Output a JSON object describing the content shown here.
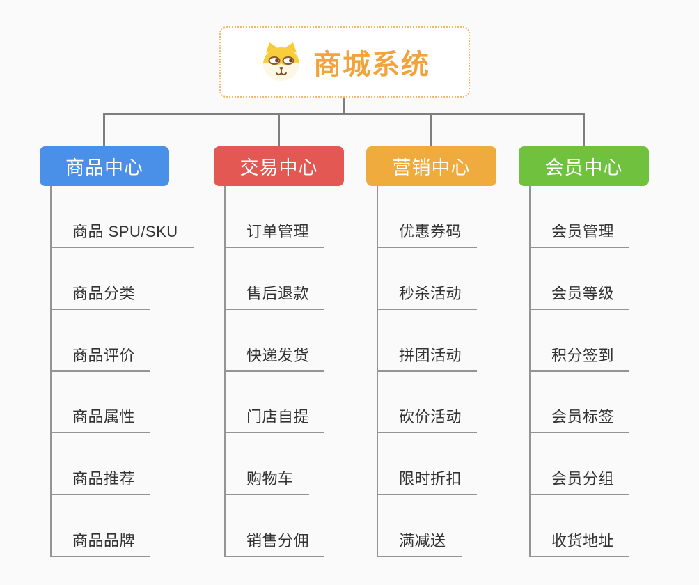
{
  "root": {
    "title": "商城系统",
    "icon": "shiba-dog-icon",
    "accent_color": "#F2A43C",
    "border_color": "#F0BA66"
  },
  "connector_colors": {
    "upper_lines": "#7E7E7E",
    "trunk_lines": "#949494"
  },
  "branches": [
    {
      "name": "product-center",
      "label": "商品中心",
      "color": "#4A90E8",
      "children": [
        "商品 SPU/SKU",
        "商品分类",
        "商品评价",
        "商品属性",
        "商品推荐",
        "商品品牌"
      ]
    },
    {
      "name": "trade-center",
      "label": "交易中心",
      "color": "#E45854",
      "children": [
        "订单管理",
        "售后退款",
        "快递发货",
        "门店自提",
        "购物车",
        "销售分佣"
      ]
    },
    {
      "name": "marketing-center",
      "label": "营销中心",
      "color": "#EFAB3E",
      "children": [
        "优惠券码",
        "秒杀活动",
        "拼团活动",
        "砍价活动",
        "限时折扣",
        "满减送"
      ]
    },
    {
      "name": "member-center",
      "label": "会员中心",
      "color": "#70C23E",
      "children": [
        "会员管理",
        "会员等级",
        "积分签到",
        "会员标签",
        "会员分组",
        "收货地址"
      ]
    }
  ]
}
